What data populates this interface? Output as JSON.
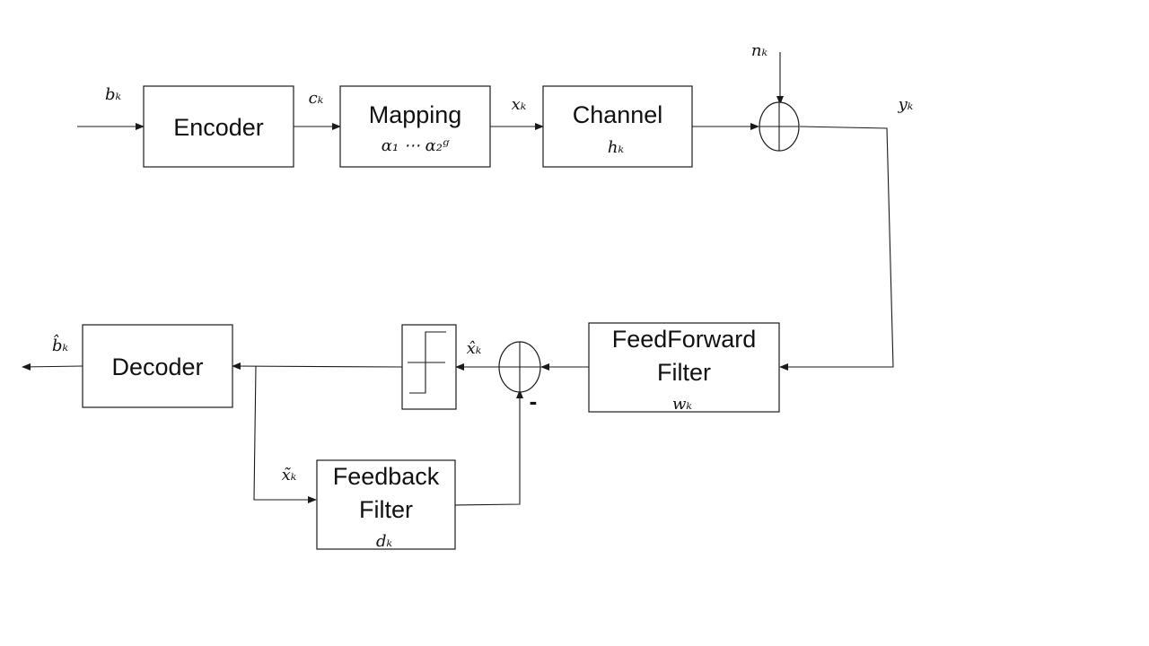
{
  "blocks": {
    "encoder": "Encoder",
    "mapping": {
      "title": "Mapping",
      "param": "α₁ ⋯ α₂ᵍ"
    },
    "channel": {
      "title": "Channel",
      "param": "hₖ"
    },
    "decoder": "Decoder",
    "feedforward": {
      "title_line1": "FeedForward",
      "title_line2": "Filter",
      "param": "wₖ"
    },
    "feedback": {
      "title_line1": "Feedback",
      "title_line2": "Filter",
      "param": "dₖ"
    }
  },
  "signals": {
    "input_bits": "bₖ",
    "coded_bits": "cₖ",
    "symbols": "xₖ",
    "noise": "nₖ",
    "received": "yₖ",
    "equalized_estimate": "x̂ₖ",
    "decision": "x̃ₖ",
    "decoded_bits": "b̂ₖ",
    "subtract_sign": "-"
  }
}
